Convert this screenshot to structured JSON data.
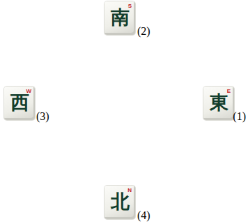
{
  "diagram": {
    "nodes": [
      {
        "text": [
          "南",
          "S"
        ]
      },
      {
        "text": [
          "西",
          "W"
        ]
      },
      {
        "text": [
          "東",
          "E"
        ]
      },
      {
        "text": [
          "北",
          "N"
        ]
      }
    ],
    "labels": [
      "(2)",
      "(3)",
      "(1)",
      "(4)"
    ]
  }
}
